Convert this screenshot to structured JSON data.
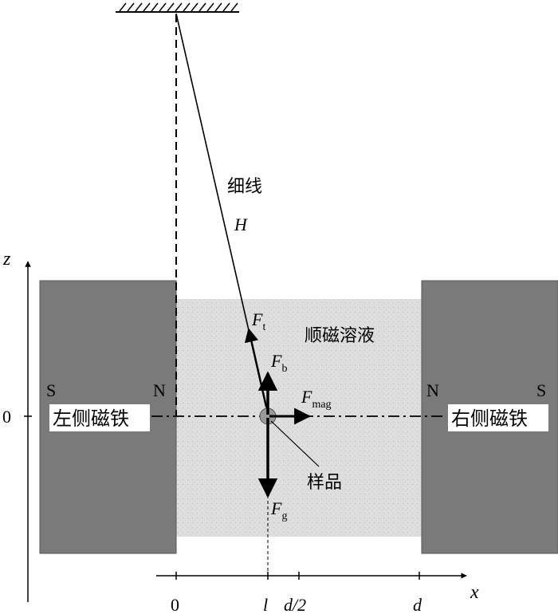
{
  "colors": {
    "magnet": "#7a7a7a",
    "solution": "#dcdcdc",
    "sample": "#9a9a9a",
    "line": "#000000",
    "label_box": "#ffffff"
  },
  "labels": {
    "z_axis": "z",
    "x_axis": "x",
    "zero_left": "0",
    "thread": "细线",
    "thread_length": "H",
    "solution": "顺磁溶液",
    "sample": "样品",
    "left_magnet": "左侧磁铁",
    "right_magnet": "右侧磁铁",
    "left_S": "S",
    "left_N": "N",
    "right_N": "N",
    "right_S": "S"
  },
  "forces": {
    "tension": {
      "main": "F",
      "sub": "t"
    },
    "buoyancy": {
      "main": "F",
      "sub": "b"
    },
    "magnetic": {
      "main": "F",
      "sub": "mag"
    },
    "gravity": {
      "main": "F",
      "sub": "g"
    }
  },
  "x_ticks": {
    "origin": "0",
    "l": "l",
    "half_d": "d/2",
    "d": "d"
  }
}
